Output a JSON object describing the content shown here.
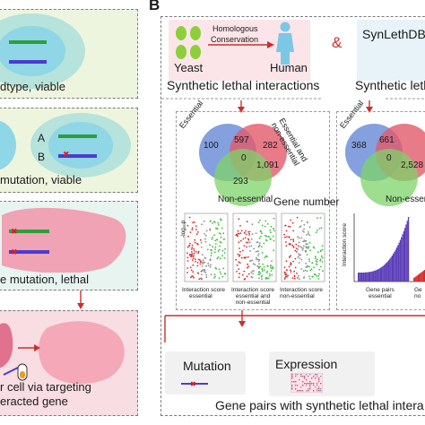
{
  "panel_letter": "B",
  "left": {
    "box1_label": "dtype, viable",
    "box2_marker_a": "A",
    "box2_marker_b": "B",
    "box2_label": "mutation, viable",
    "box3_label": "e mutation, lethal",
    "box4_line1": "r cell via targeting",
    "box4_line2": "eracted gene"
  },
  "top": {
    "yeast_label": "Yeast",
    "human_label": "Human",
    "arrow_label_1": "Homologous",
    "arrow_label_2": "Conservation",
    "ampersand": "&",
    "synleth_label": "SynLethDB",
    "caption_left": "Synthetic lethal interactions",
    "caption_right": "Synthetic leth"
  },
  "venn_left": {
    "label_essential": "Essential",
    "label_right": "Essential and non-essential",
    "label_right_1": "Essential and",
    "label_right_2": "non-essential",
    "label_bottom": "Non-essential",
    "n_left": "100",
    "n_top": "597",
    "n_right": "282",
    "n_center": "0",
    "n_lower_right": "1,091",
    "n_bottom": "293",
    "caption": "Gene number"
  },
  "venn_right": {
    "label_essential": "Essential",
    "label_bottom": "Non-essent",
    "n_left": "368",
    "n_top": "661",
    "n_center": "0",
    "n_lower_right": "2,528"
  },
  "scatter": {
    "ylabel": "-log₁₀p",
    "xlabel1": "Interaction score",
    "xlabel1b": "essential",
    "xlabel2": "Interaction score",
    "xlabel2b": "essential and",
    "xlabel2c": "non-essential",
    "xlabel3": "Interaction score",
    "xlabel3b": "non-essential"
  },
  "bars": {
    "ylabel": "Interaction score",
    "xlabel1": "Gene pairs",
    "xlabel1b": "essential",
    "xlabel2": "Ge",
    "xlabel2b": "no"
  },
  "bottom": {
    "mutation_label": "Mutation",
    "expression_label": "Expression",
    "caption": "Gene pairs with synthetic lethal intera"
  },
  "colors": {
    "panel_green": "#e8f2d4",
    "panel_blue": "#ddeef0",
    "panel_pink": "#f6d7de",
    "cell_outer": "#b6e3db",
    "cell_inner": "#8fd6e6",
    "dark_blob": "#e0728f",
    "light_blob": "#f4a8b8",
    "arrow_red": "#c9302c",
    "venn_blue": "#6f8fd8",
    "venn_red": "#e25a6a",
    "venn_green": "#7ed36a",
    "bar_purple": "#5b3db8",
    "bar_red": "#d62a2a"
  }
}
